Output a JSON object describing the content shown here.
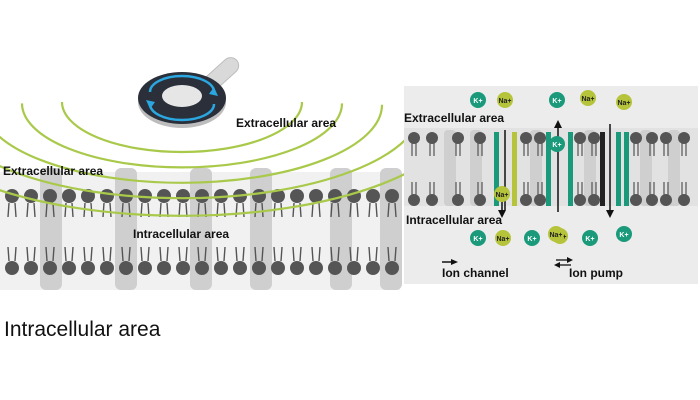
{
  "left_panel": {
    "extracellular_upper": "Extracellular area",
    "extracellular_left": "Extracellular area",
    "intracellular": "Intracellular area"
  },
  "right_panel": {
    "extracellular": "Extracellular area",
    "intracellular": "Intracellular area",
    "ion_channel": "Ion channel",
    "ion_pump": "Ion pump",
    "ions_top": [
      "K+",
      "Na+",
      "K+",
      "Na+",
      "Na+"
    ],
    "ions_bottom": [
      "K+",
      "Na+",
      "K+",
      "Na+",
      "K+"
    ],
    "ion_in_channel_top": "K+",
    "ion_in_channel_bottom": "Na+",
    "ion_below_na": "Na+"
  },
  "caption": "Intracellular area",
  "colors": {
    "k_ion": "#1a9a7a",
    "na_ion": "#b5c43a",
    "field_line": "#a9c94a",
    "lipid_head": "#555555",
    "protein": "#cfcfcf",
    "panel_bg": "#ececec",
    "coil_ring": "#2a2f3a",
    "coil_arrow": "#2aa7e0"
  }
}
